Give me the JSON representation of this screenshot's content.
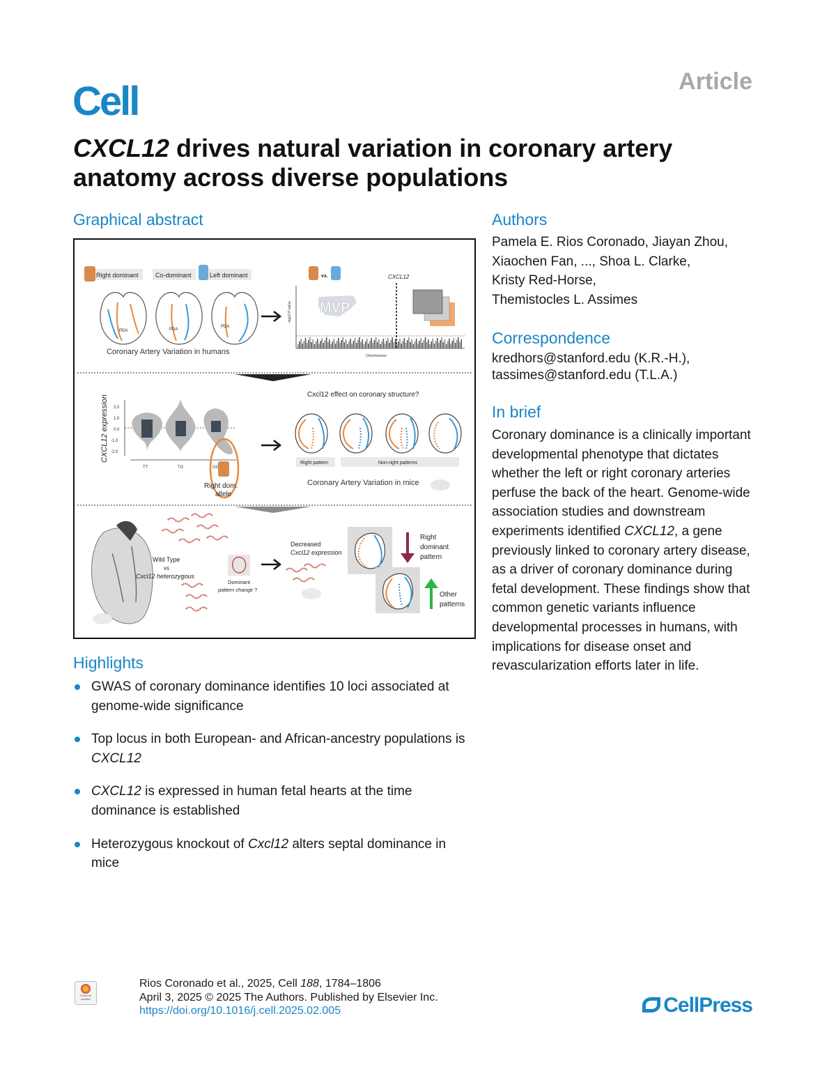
{
  "header": {
    "journal_logo": "Cell",
    "article_type": "Article"
  },
  "title": {
    "gene": "CXCL12",
    "rest": " drives natural variation in coronary artery anatomy across diverse populations"
  },
  "graphical_abstract": {
    "heading": "Graphical abstract",
    "panel1": {
      "legend": [
        "Right dominant",
        "Co-dominant",
        "Left dominant"
      ],
      "pda_label": "PDA",
      "caption": "Coronary Artery Variation in humans",
      "vs": "vs.",
      "mvp": "MVP",
      "gene_label": "CXCL12",
      "y_axis": "-log10 P value",
      "x_axis": "Chromosome"
    },
    "panel2": {
      "y_axis": "CXCL12 expression",
      "y_ticks": [
        "2.0",
        "1.0",
        "0.0",
        "-1.0",
        "-2.0"
      ],
      "genotypes": [
        "TT",
        "TG",
        "GG"
      ],
      "allele_label_1": "Right dom.",
      "allele_label_2": "allele",
      "question": "Cxcl12 effect on coronary structure?",
      "right_pattern": "Right pattern",
      "nonright_patterns": "Non-right patterns",
      "caption": "Coronary Artery Variation in mice"
    },
    "panel3": {
      "wt": "Wild Type",
      "vs": "vs",
      "het": "Cxcl12 heterozygous",
      "dominant_change_1": "Dominant",
      "dominant_change_2": "pattern change ?",
      "decreased_1": "Decreased",
      "decreased_2": "Cxcl12 expression",
      "right_dom_1": "Right",
      "right_dom_2": "dominant",
      "right_dom_3": "pattern",
      "other_1": "Other",
      "other_2": "patterns"
    }
  },
  "authors": {
    "heading": "Authors",
    "lines": [
      "Pamela E. Rios Coronado, Jiayan Zhou,",
      "Xiaochen Fan, ..., Shoa L. Clarke,",
      "Kristy Red-Horse,",
      "Themistocles L. Assimes"
    ]
  },
  "correspondence": {
    "heading": "Correspondence",
    "lines": [
      "kredhors@stanford.edu (K.R.-H.),",
      "tassimes@stanford.edu (T.L.A.)"
    ]
  },
  "in_brief": {
    "heading": "In brief",
    "text_before": "Coronary dominance is a clinically important developmental phenotype that dictates whether the left or right coronary arteries perfuse the back of the heart. Genome-wide association studies and downstream experiments identified ",
    "gene": "CXCL12",
    "text_after": ", a gene previously linked to coronary artery disease, as a driver of coronary dominance during fetal development. These findings show that common genetic variants influence developmental processes in humans, with implications for disease onset and revascularization efforts later in life."
  },
  "highlights": {
    "heading": "Highlights",
    "h1": "GWAS of coronary dominance identifies 10 loci associated at genome-wide significance",
    "h2_before": "Top locus in both European- and African-ancestry populations is ",
    "h2_gene": "CXCL12",
    "h3_gene": "CXCL12",
    "h3_after": " is expressed in human fetal hearts at the time dominance is established",
    "h4_before": "Heterozygous knockout of ",
    "h4_gene": "Cxcl12",
    "h4_after": " alters septal dominance in mice"
  },
  "footer": {
    "citation_before": "Rios Coronado et al., 2025, Cell ",
    "volume": "188",
    "citation_after": ", 1784–1806",
    "date_line": "April 3, 2025 © 2025 The Authors. Published by Elsevier Inc.",
    "doi": "https://doi.org/10.1016/j.cell.2025.02.005",
    "badge_text": "Check for updates",
    "publisher": "CellPress"
  },
  "colors": {
    "accent": "#1a86c6",
    "orange": "#e8893a",
    "blue": "#3a9bd5",
    "maroon": "#8b2a4a",
    "green": "#2fb34a",
    "red": "#c0392b"
  }
}
